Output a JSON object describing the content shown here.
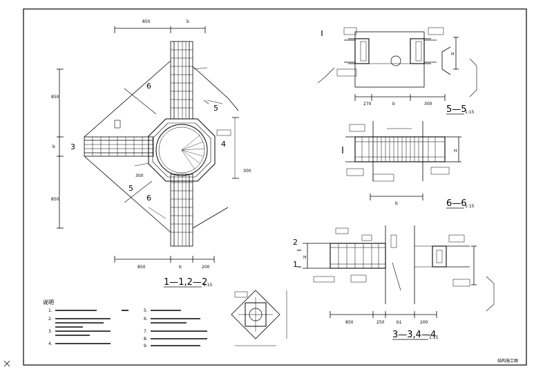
{
  "drawing": {
    "colors": {
      "line": "#000000",
      "paper": "#ffffff"
    },
    "dims": {
      "d850": "850",
      "d300": "300",
      "d270": "270",
      "d200": "200",
      "d250": "250",
      "d200b": "200",
      "b": "b",
      "b1": "b1",
      "h": "H"
    },
    "labels": {
      "n3": "3",
      "n4": "4",
      "n5": "5",
      "n6": "6",
      "n1": "1",
      "n2": "2"
    },
    "titles": {
      "main": "1—1,2—2",
      "main_scale": "1:15",
      "s55": "5—5",
      "s55_scale": "1:15",
      "s66": "6—6",
      "s66_scale": "1:15",
      "s34": "3—3,4—4",
      "s34_scale": "1:15"
    },
    "notes": {
      "heading": "说明",
      "items": [
        "1.",
        "2.",
        "3.",
        "4.",
        "5.",
        "6.",
        "7.",
        "8.",
        "9."
      ]
    },
    "title_block": "结构施工图"
  }
}
